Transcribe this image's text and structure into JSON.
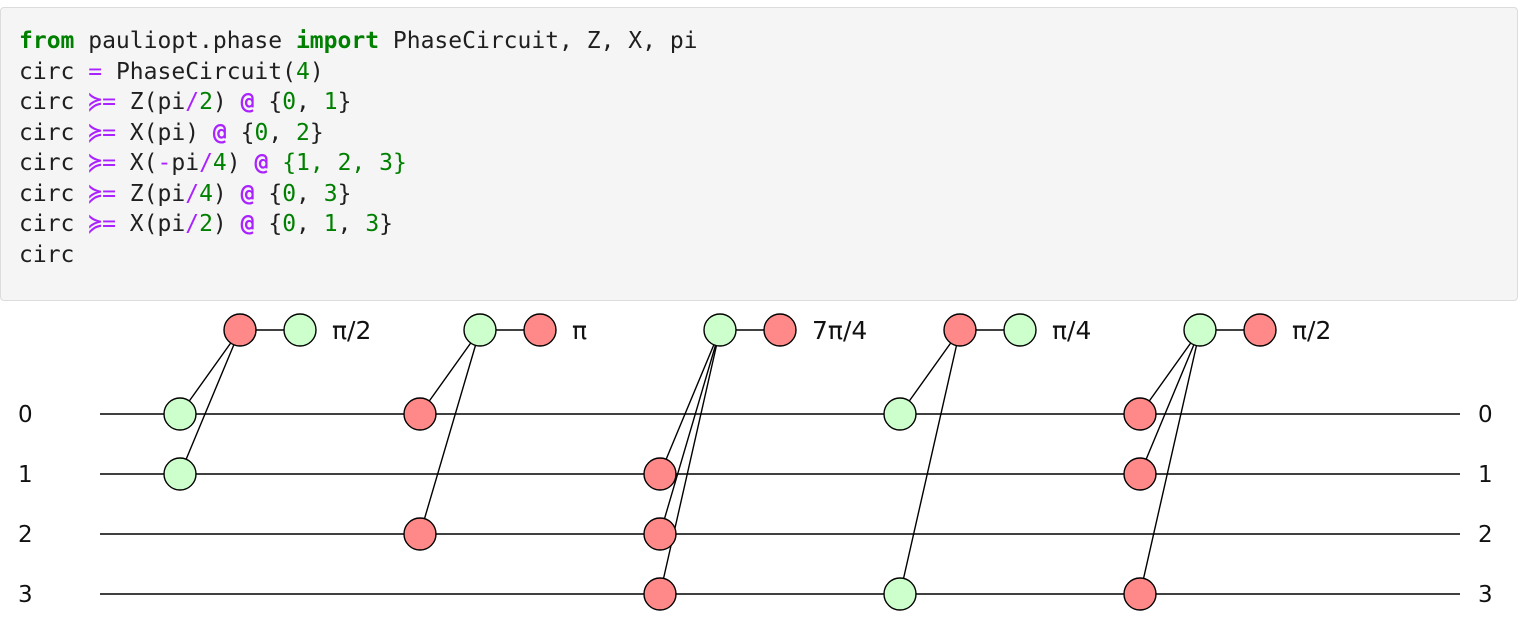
{
  "code": {
    "lines": [
      [
        {
          "t": "from",
          "c": "kw"
        },
        {
          "t": " pauliopt.phase ",
          "c": ""
        },
        {
          "t": "import",
          "c": "kw"
        },
        {
          "t": " PhaseCircuit, Z, X, pi",
          "c": ""
        }
      ],
      [
        {
          "t": "circ ",
          "c": ""
        },
        {
          "t": "=",
          "c": "op"
        },
        {
          "t": " PhaseCircuit(",
          "c": ""
        },
        {
          "t": "4",
          "c": "num"
        },
        {
          "t": ")",
          "c": ""
        }
      ],
      [
        {
          "t": "circ ",
          "c": ""
        },
        {
          "t": "≽=",
          "c": "op"
        },
        {
          "t": " Z(pi",
          "c": ""
        },
        {
          "t": "/",
          "c": "op"
        },
        {
          "t": "2",
          "c": "num"
        },
        {
          "t": ") ",
          "c": ""
        },
        {
          "t": "@",
          "c": "op-bold"
        },
        {
          "t": " {",
          "c": ""
        },
        {
          "t": "0",
          "c": "num"
        },
        {
          "t": ", ",
          "c": ""
        },
        {
          "t": "1",
          "c": "num"
        },
        {
          "t": "}",
          "c": ""
        }
      ],
      [
        {
          "t": "circ ",
          "c": ""
        },
        {
          "t": "≽=",
          "c": "op"
        },
        {
          "t": " X(pi) ",
          "c": ""
        },
        {
          "t": "@",
          "c": "op-bold"
        },
        {
          "t": " {",
          "c": ""
        },
        {
          "t": "0",
          "c": "num"
        },
        {
          "t": ", ",
          "c": ""
        },
        {
          "t": "2",
          "c": "num"
        },
        {
          "t": "}",
          "c": ""
        }
      ],
      [
        {
          "t": "circ ",
          "c": ""
        },
        {
          "t": "≽=",
          "c": "op"
        },
        {
          "t": " X(",
          "c": ""
        },
        {
          "t": "-",
          "c": "op"
        },
        {
          "t": "pi",
          "c": ""
        },
        {
          "t": "/",
          "c": "op"
        },
        {
          "t": "4",
          "c": "num"
        },
        {
          "t": ") ",
          "c": ""
        },
        {
          "t": "@",
          "c": "op-bold"
        },
        {
          "t": " {1, 2, 3}",
          "c": "brace-green"
        }
      ],
      [
        {
          "t": "circ ",
          "c": ""
        },
        {
          "t": "≽=",
          "c": "op"
        },
        {
          "t": " Z(pi",
          "c": ""
        },
        {
          "t": "/",
          "c": "op"
        },
        {
          "t": "4",
          "c": "num"
        },
        {
          "t": ") ",
          "c": ""
        },
        {
          "t": "@",
          "c": "op-bold"
        },
        {
          "t": " {",
          "c": ""
        },
        {
          "t": "0",
          "c": "num"
        },
        {
          "t": ", ",
          "c": ""
        },
        {
          "t": "3",
          "c": "num"
        },
        {
          "t": "}",
          "c": ""
        }
      ],
      [
        {
          "t": "circ ",
          "c": ""
        },
        {
          "t": "≽=",
          "c": "op"
        },
        {
          "t": " X(pi",
          "c": ""
        },
        {
          "t": "/",
          "c": "op"
        },
        {
          "t": "2",
          "c": "num"
        },
        {
          "t": ") ",
          "c": ""
        },
        {
          "t": "@",
          "c": "op-bold"
        },
        {
          "t": " {",
          "c": ""
        },
        {
          "t": "0",
          "c": "num"
        },
        {
          "t": ", ",
          "c": ""
        },
        {
          "t": "1",
          "c": "num"
        },
        {
          "t": ", ",
          "c": ""
        },
        {
          "t": "3",
          "c": "num"
        },
        {
          "t": "}",
          "c": ""
        }
      ],
      [
        {
          "t": "circ",
          "c": ""
        }
      ]
    ]
  },
  "circuit": {
    "qubits": [
      "0",
      "1",
      "2",
      "3"
    ],
    "colors": {
      "z_fill": "#ccffcc",
      "x_fill": "#ff8888",
      "stroke": "#000000",
      "wire": "#000000"
    },
    "gadgets": [
      {
        "basis": "Z",
        "phase_label": "π/2",
        "qubits": [
          0,
          1
        ]
      },
      {
        "basis": "X",
        "phase_label": "π",
        "qubits": [
          0,
          2
        ]
      },
      {
        "basis": "X",
        "phase_label": "7π/4",
        "qubits": [
          1,
          2,
          3
        ]
      },
      {
        "basis": "Z",
        "phase_label": "π/4",
        "qubits": [
          0,
          3
        ]
      },
      {
        "basis": "X",
        "phase_label": "π/2",
        "qubits": [
          0,
          1,
          3
        ]
      }
    ]
  }
}
